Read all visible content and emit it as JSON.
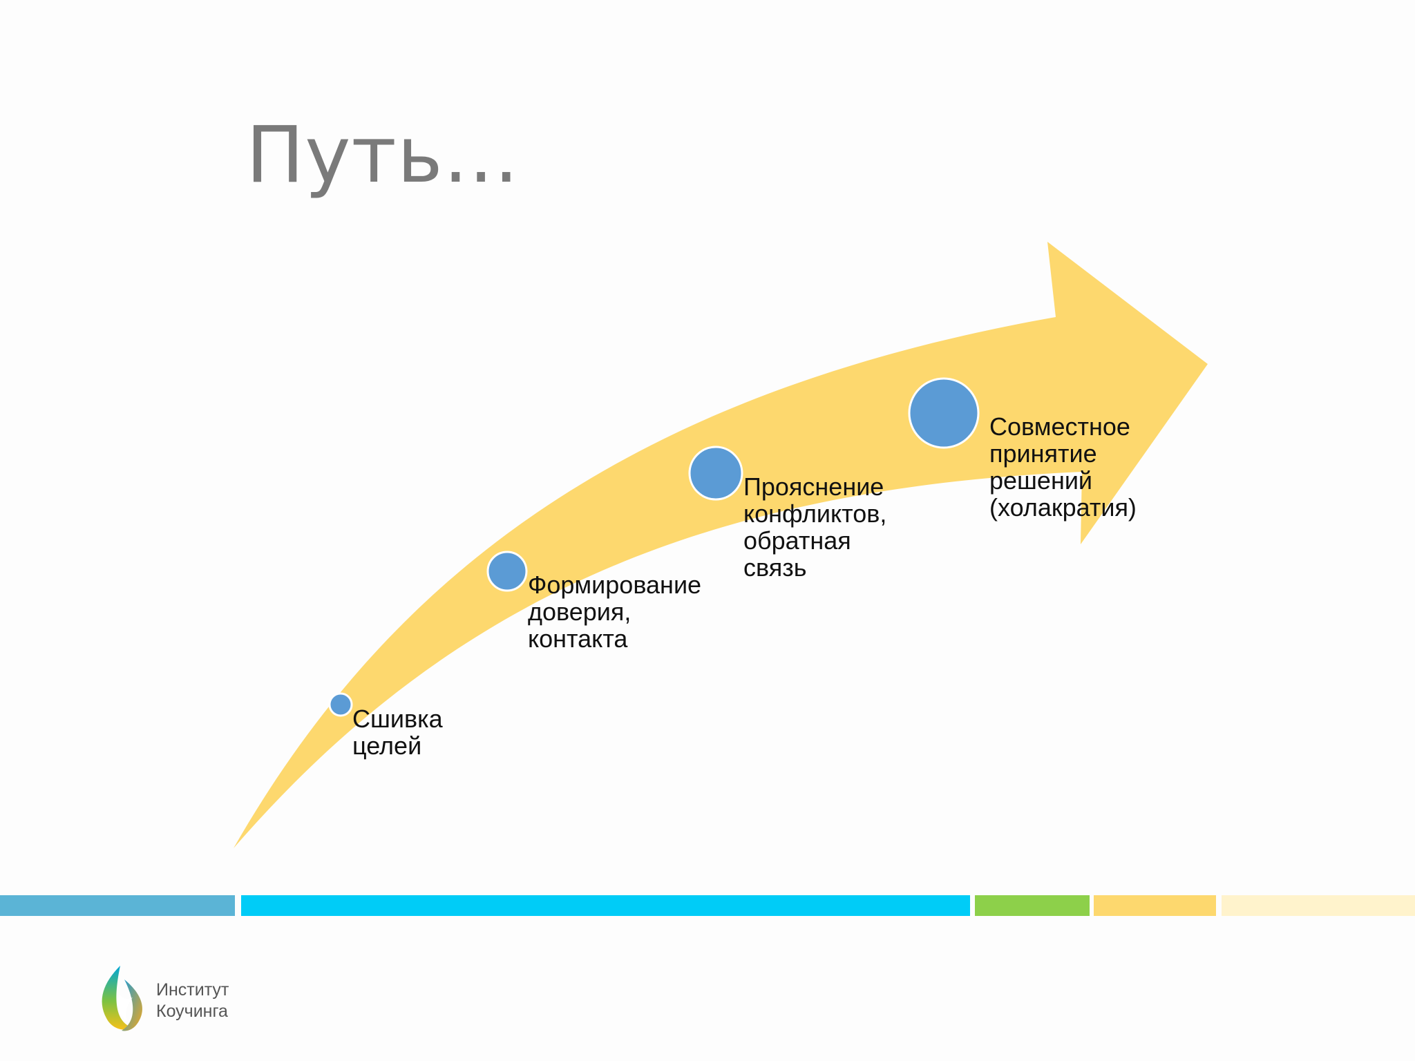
{
  "slide": {
    "title": "Путь..."
  },
  "steps": [
    {
      "lines": [
        "Сшивка",
        "целей"
      ]
    },
    {
      "lines": [
        "Формирование",
        "доверия,",
        "контакта"
      ]
    },
    {
      "lines": [
        "Прояснение",
        "конфликтов,",
        "обратная",
        "связь"
      ]
    },
    {
      "lines": [
        "Совместное",
        "принятие",
        "решений",
        "(холакратия)"
      ]
    }
  ],
  "colors": {
    "arrow": "#fdd86e",
    "circle_fill": "#5b9bd5",
    "circle_stroke": "#ffffff",
    "title": "#7a7a7a",
    "footer_bars": [
      "#5bb4d6",
      "#00ccf7",
      "#8dd04a",
      "#fdd86e",
      "#fff3cc"
    ]
  },
  "logo": {
    "lines": [
      "Институт",
      "Коучинга"
    ],
    "icon": "flame-logo-icon"
  }
}
